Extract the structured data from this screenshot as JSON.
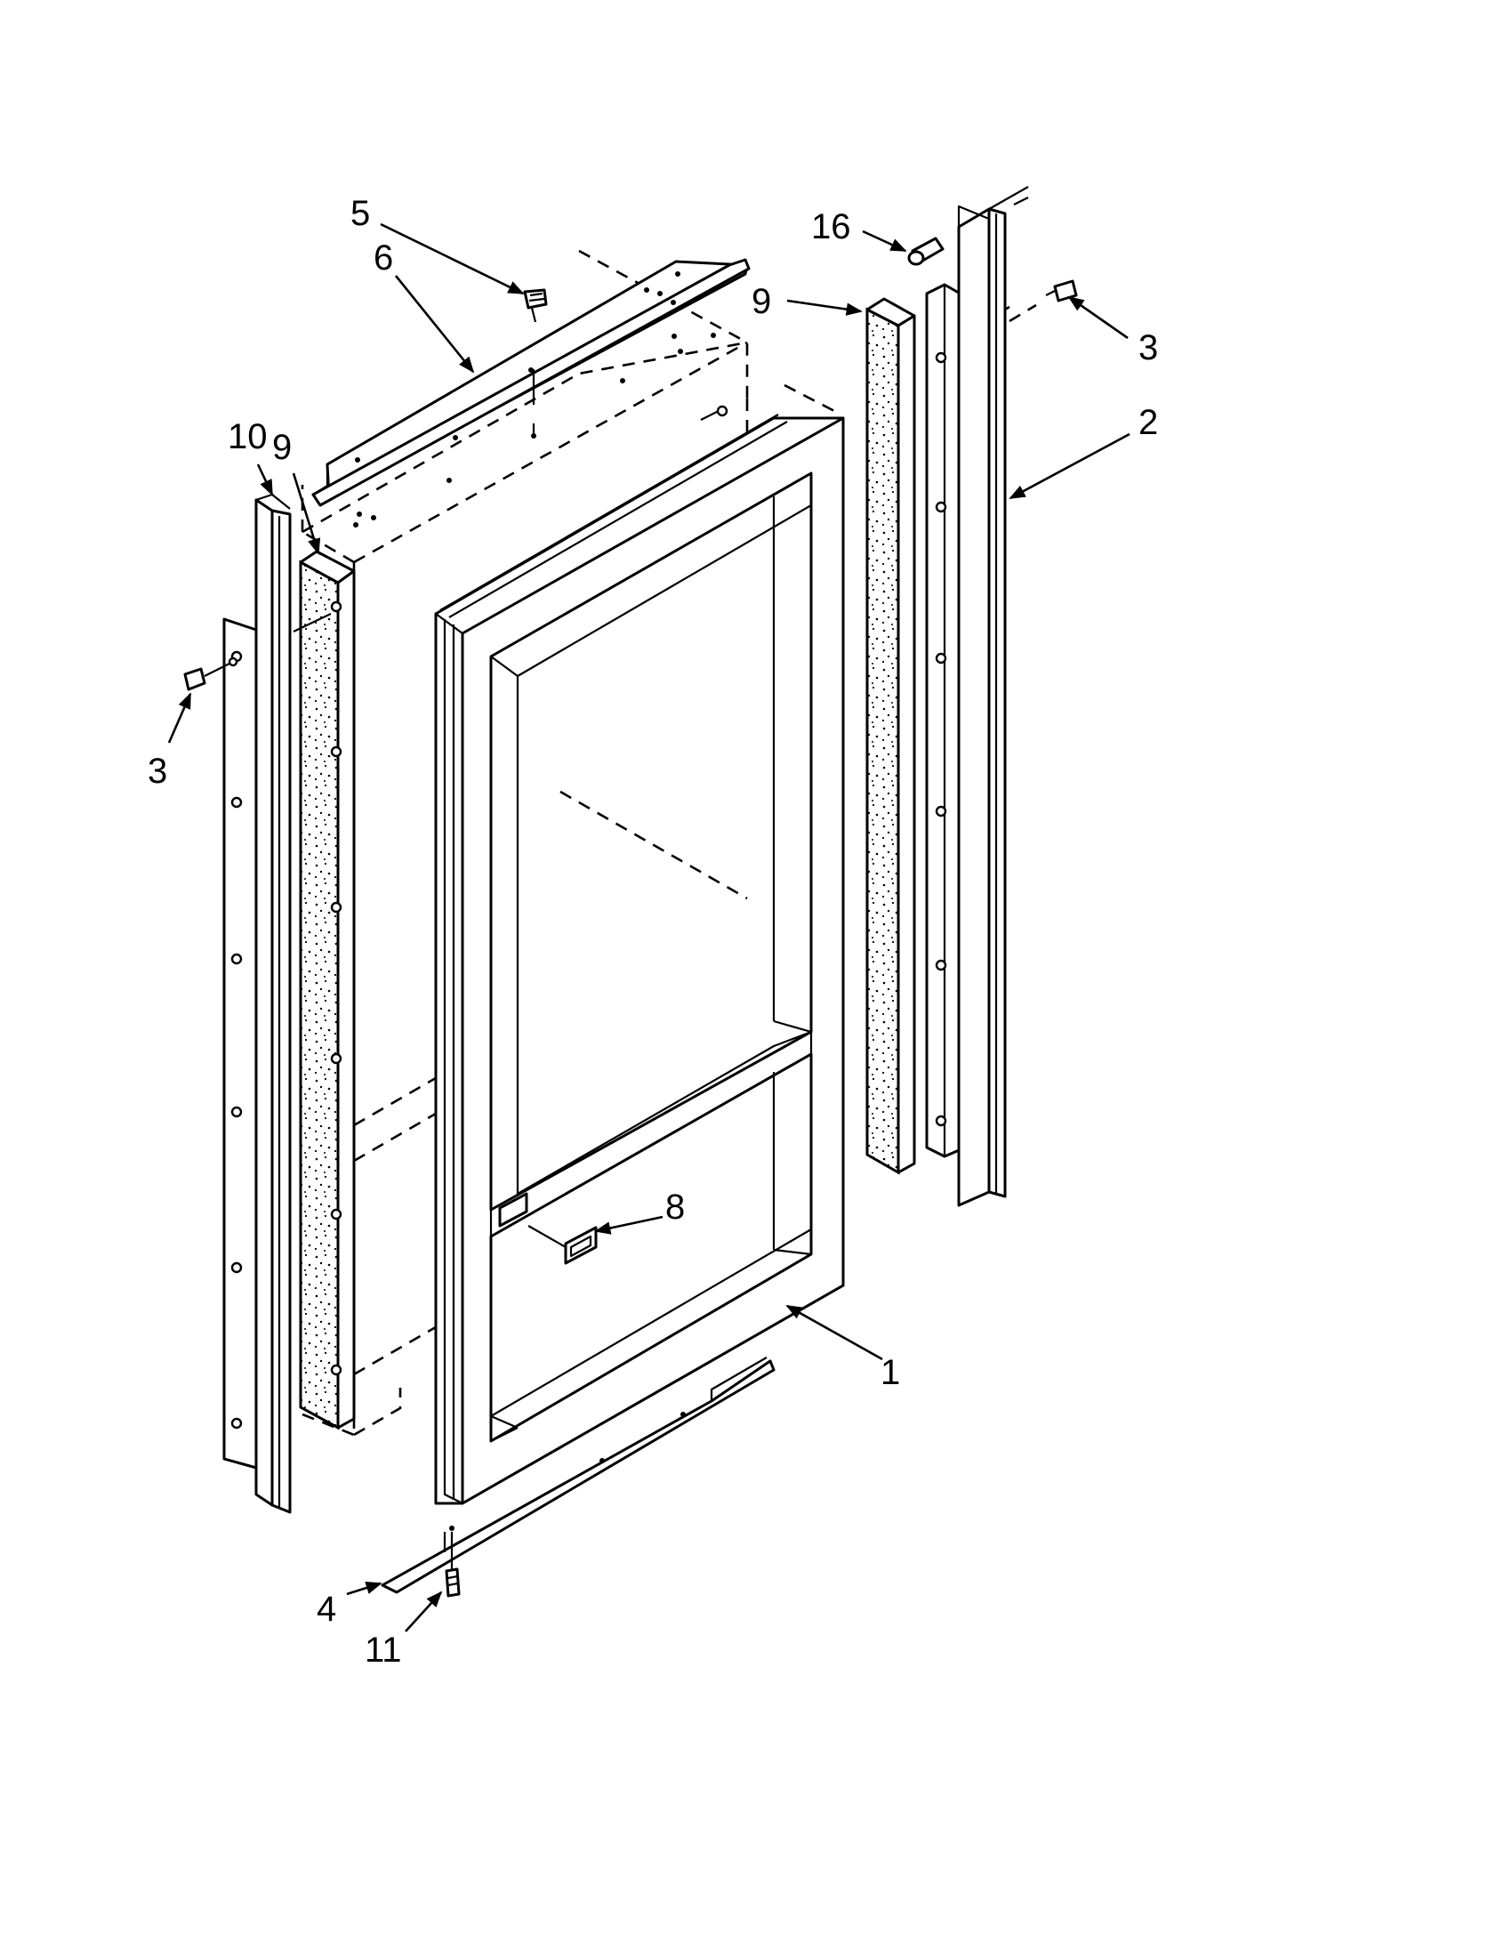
{
  "diagram": {
    "callouts": [
      {
        "id": "c1",
        "label": "1"
      },
      {
        "id": "c2",
        "label": "2"
      },
      {
        "id": "c3a",
        "label": "3"
      },
      {
        "id": "c3b",
        "label": "3"
      },
      {
        "id": "c4",
        "label": "4"
      },
      {
        "id": "c5",
        "label": "5"
      },
      {
        "id": "c6",
        "label": "6"
      },
      {
        "id": "c8",
        "label": "8"
      },
      {
        "id": "c9a",
        "label": "9"
      },
      {
        "id": "c9b",
        "label": "9"
      },
      {
        "id": "c10",
        "label": "10"
      },
      {
        "id": "c11",
        "label": "11"
      },
      {
        "id": "c16",
        "label": "16"
      }
    ]
  }
}
